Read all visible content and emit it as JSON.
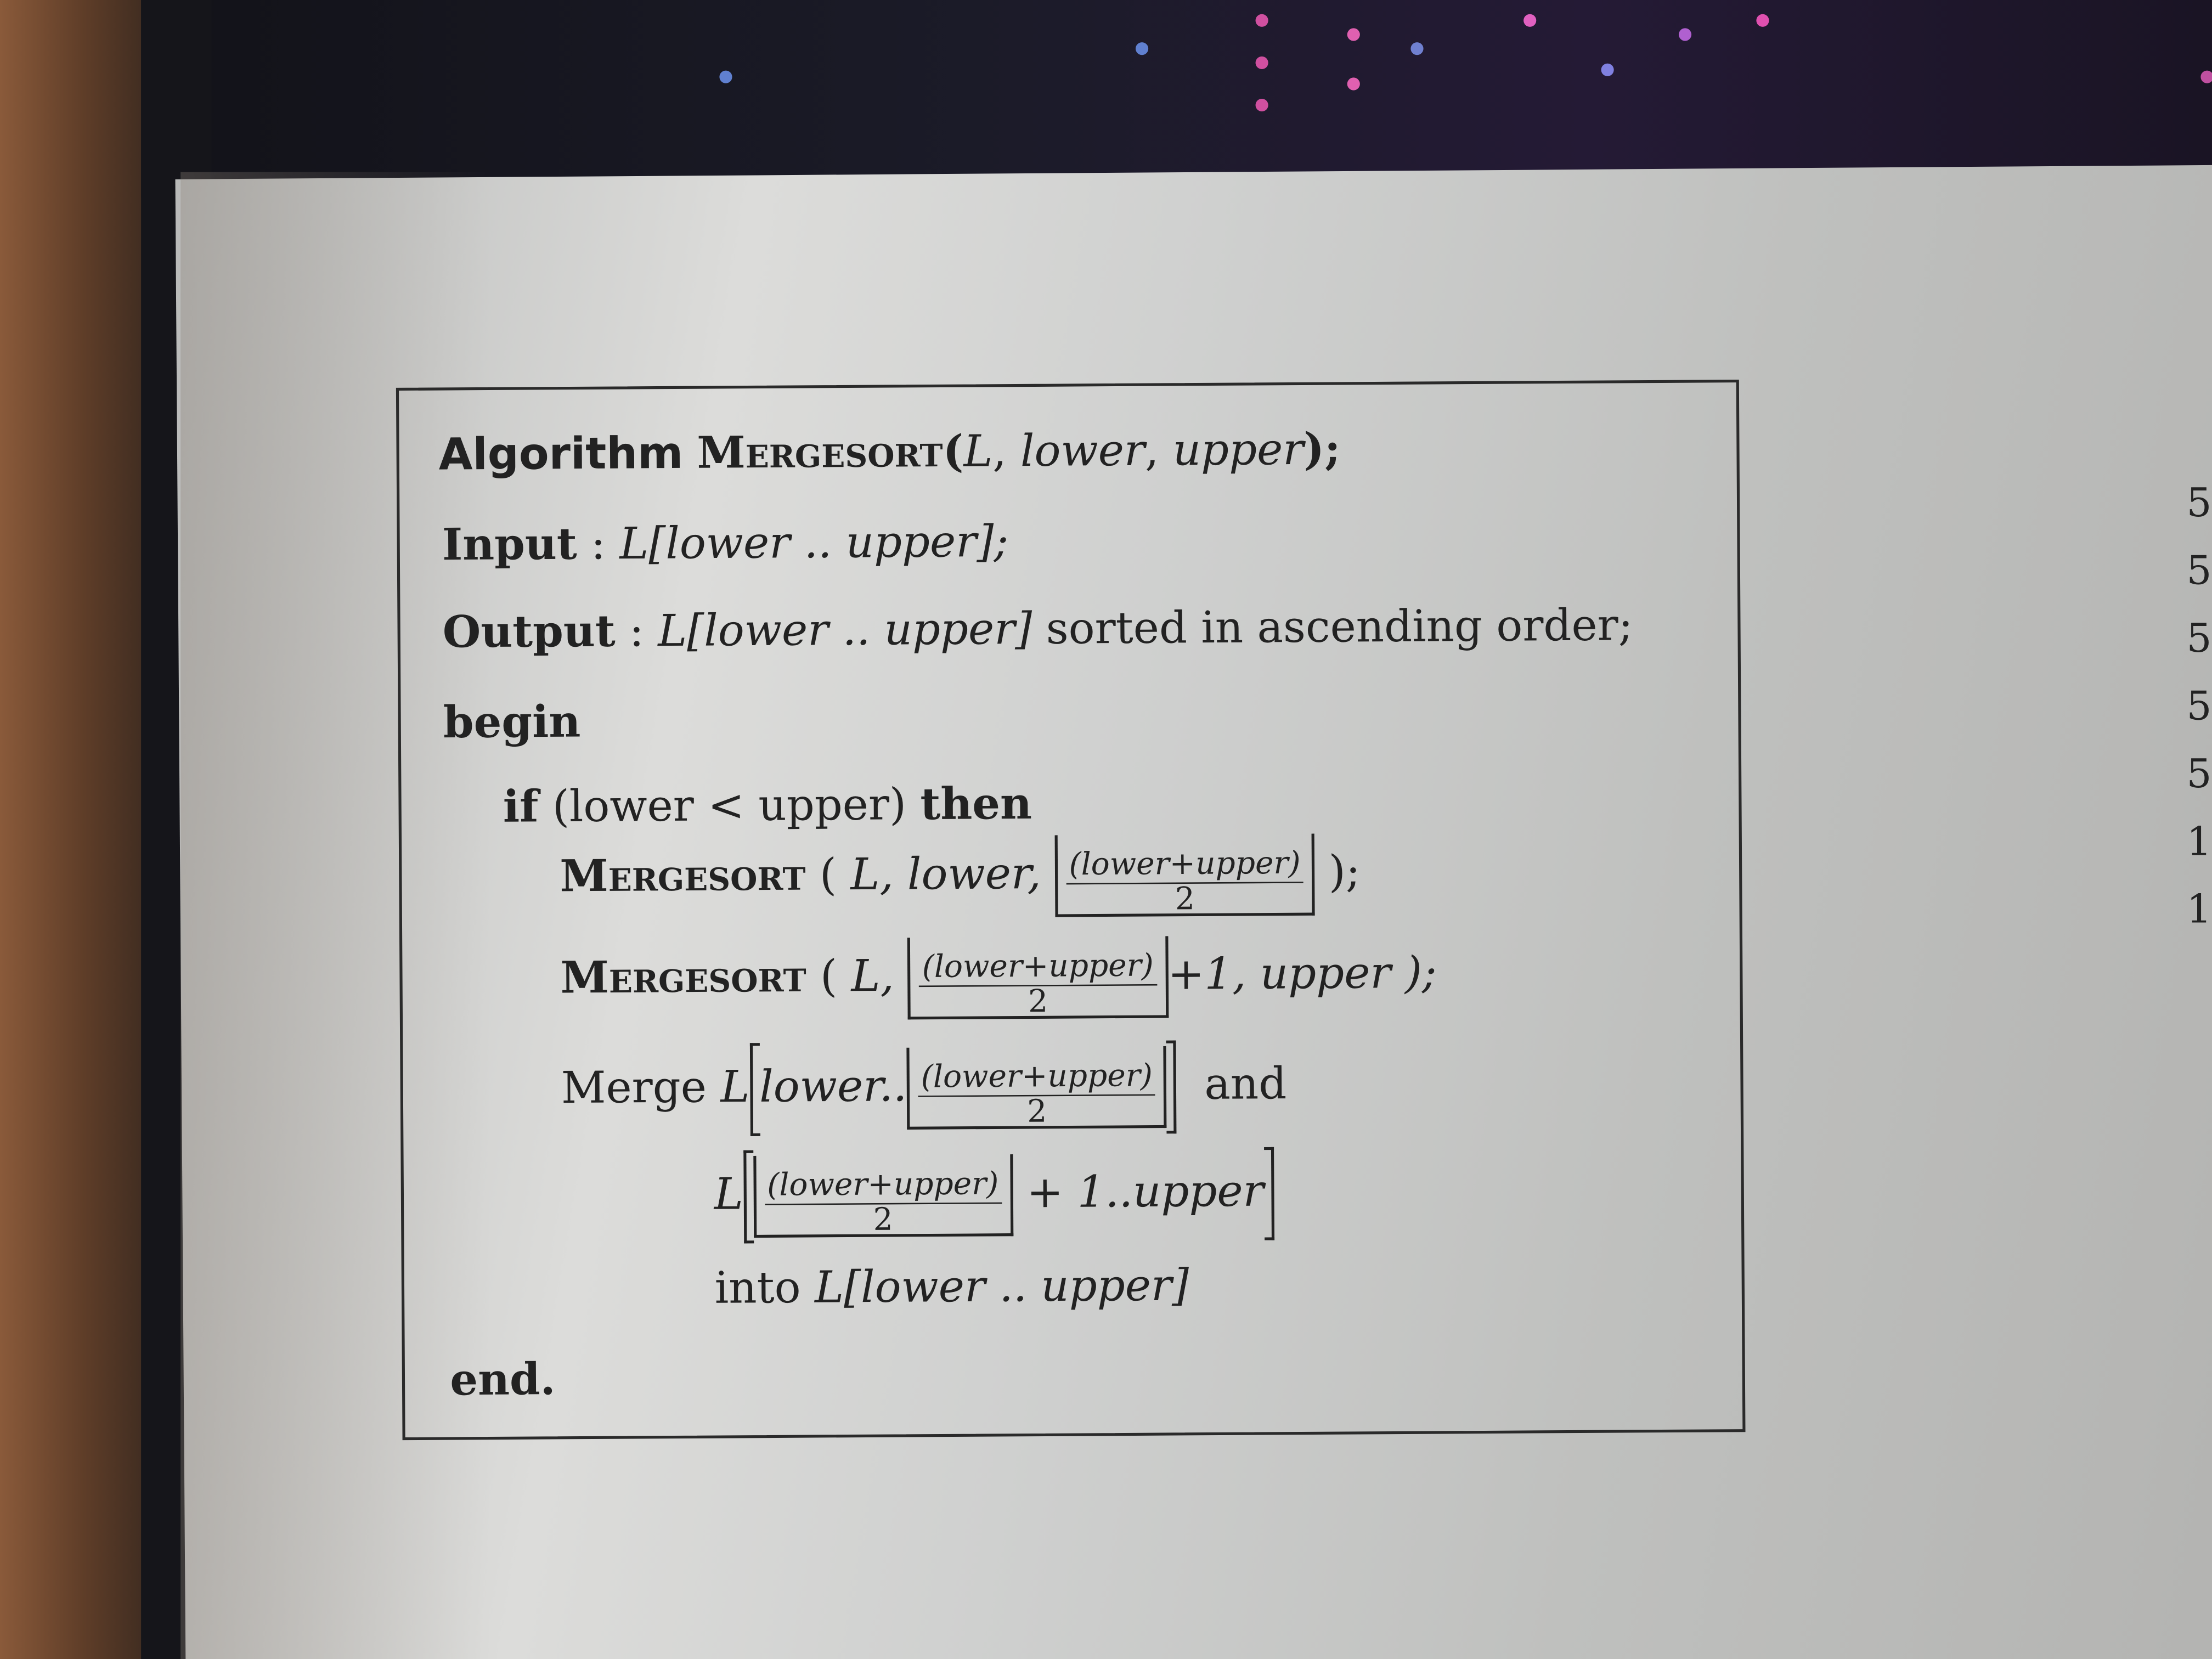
{
  "algorithm": {
    "keyword": "Algorithm",
    "name": "Mergesort",
    "params_open": "(",
    "param_L": "L",
    "comma": ",",
    "param_lower": "lower",
    "param_upper": "upper",
    "params_close": ");",
    "input_label": "Input",
    "colon": ":",
    "input_value": "L[lower .. upper];",
    "output_label": "Output",
    "output_value": "L[lower .. upper]",
    "output_rest": "sorted in ascending order;",
    "begin": "begin",
    "if_kw": "if",
    "condition": "(lower < upper)",
    "then_kw": "then",
    "call1": {
      "name": "Mergesort",
      "open": "(",
      "args": "L, lower,",
      "frac_num": "(lower+upper)",
      "frac_den": "2",
      "close": ");"
    },
    "call2": {
      "name": "Mergesort",
      "open": "(",
      "args": "L,",
      "frac_num": "(lower+upper)",
      "frac_den": "2",
      "rest": "+1, upper );"
    },
    "merge": {
      "kw": "Merge",
      "L": "L",
      "lower": "lower..",
      "frac_num": "(lower+upper)",
      "frac_den": "2",
      "and": "and"
    },
    "merge2": {
      "L": "L",
      "frac_num": "(lower+upper)",
      "frac_den": "2",
      "rest": "+ 1..upper"
    },
    "into": {
      "kw": "into",
      "target": "L[lower .. upper]"
    },
    "end": "end."
  },
  "margin_numbers": [
    "5",
    "5",
    "5",
    "5",
    "5",
    "1",
    "1"
  ]
}
